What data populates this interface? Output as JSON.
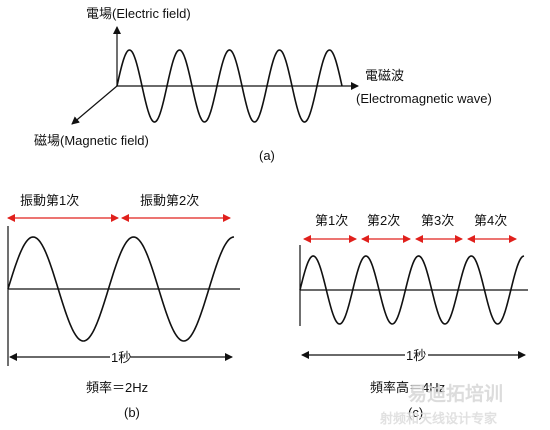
{
  "diagram": {
    "part_a": {
      "e_field_label": "電場(Electric field)",
      "em_wave_label": "電磁波",
      "em_wave_label_en": "(Electromagnetic wave)",
      "m_field_label": "磁場(Magnetic field)",
      "caption": "(a)"
    },
    "part_b": {
      "cycle_1_label": "振動第1次",
      "cycle_2_label": "振動第2次",
      "period_label": "1秒",
      "frequency_label": "頻率＝2Hz",
      "caption": "(b)",
      "cycles": 2
    },
    "part_c": {
      "cycle_1_label": "第1次",
      "cycle_2_label": "第2次",
      "cycle_3_label": "第3次",
      "cycle_4_label": "第4次",
      "period_label": "1秒",
      "frequency_label": "頻率高＝4Hz",
      "caption": "(c)",
      "cycles": 4
    },
    "watermark": {
      "main": "易迪拓培训",
      "sub": "射频和天线设计专家"
    },
    "colors": {
      "wave": "#111111",
      "axis": "#111111",
      "cycle_arrow": "#e0201c",
      "watermark": "#d9d9d9"
    }
  }
}
